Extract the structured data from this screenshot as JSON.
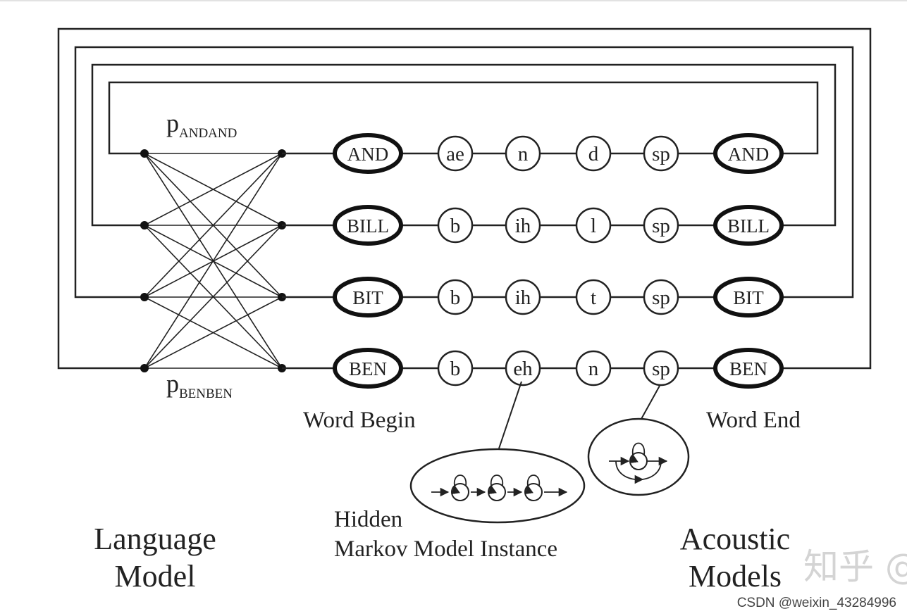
{
  "words": [
    {
      "name": "AND",
      "phones": [
        "ae",
        "n",
        "d",
        "sp"
      ]
    },
    {
      "name": "BILL",
      "phones": [
        "b",
        "ih",
        "l",
        "sp"
      ]
    },
    {
      "name": "BIT",
      "phones": [
        "b",
        "ih",
        "t",
        "sp"
      ]
    },
    {
      "name": "BEN",
      "phones": [
        "b",
        "eh",
        "n",
        "sp"
      ]
    }
  ],
  "prob_top": {
    "base": "p",
    "sub": "ANDAND"
  },
  "prob_bottom": {
    "base": "p",
    "sub": "BENBEN"
  },
  "labels": {
    "word_begin": "Word Begin",
    "word_end": "Word End",
    "hmm_line1": "Hidden",
    "hmm_line2": "Markov Model Instance",
    "lm_line1": "Language",
    "lm_line2": "Model",
    "am_line1": "Acoustic",
    "am_line2": "Models"
  },
  "watermark": "知乎 @",
  "credit": "CSDN @weixin_43284996"
}
